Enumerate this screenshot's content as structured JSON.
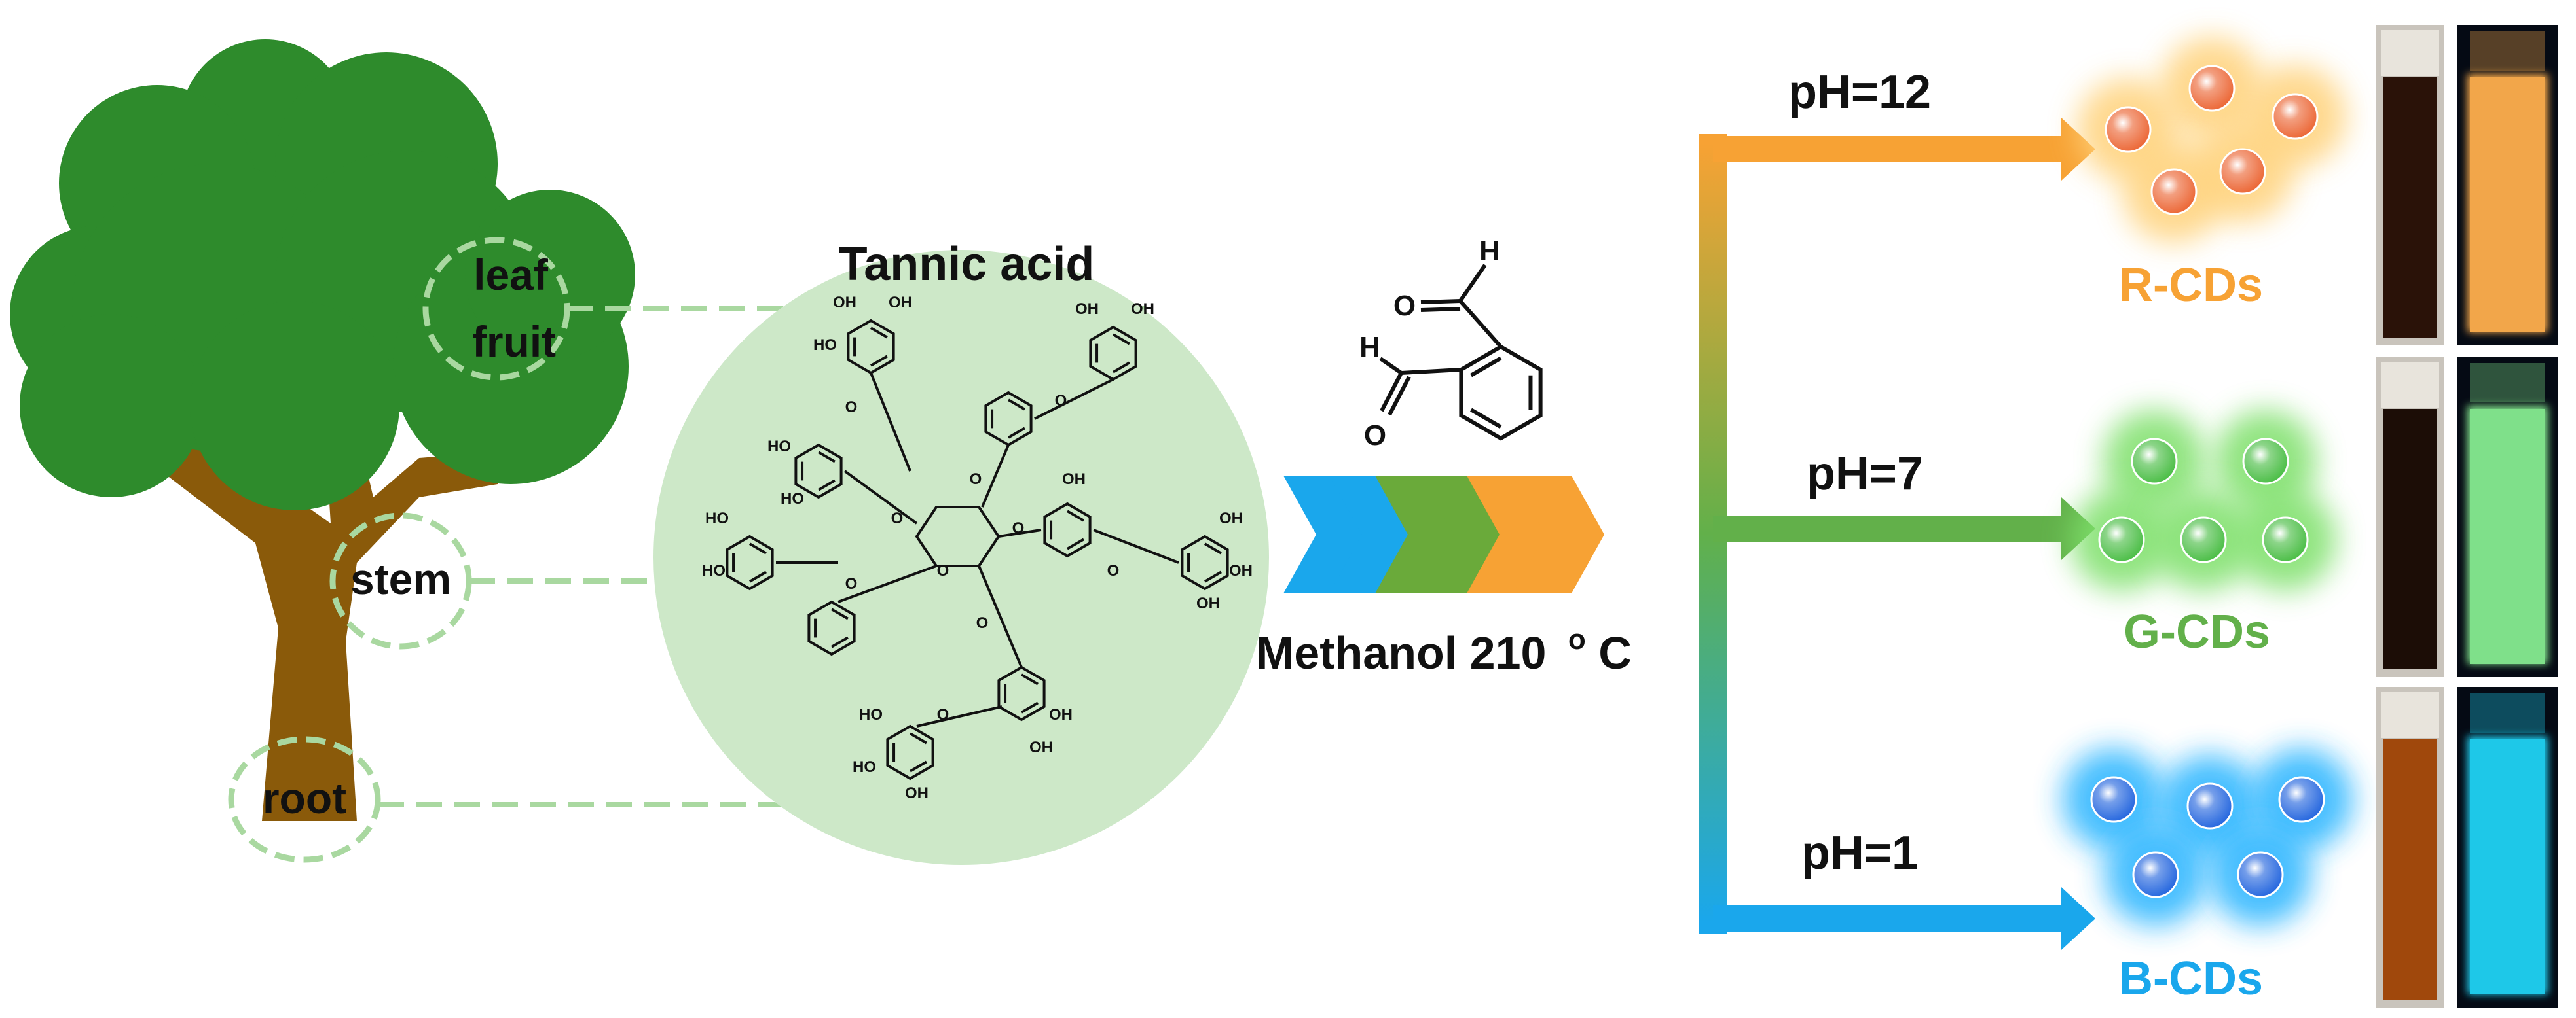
{
  "tree": {
    "labels": {
      "leaf": "leaf",
      "fruit": "fruit",
      "stem": "stem",
      "root": "root"
    },
    "colors": {
      "canopy": "#2e8b2c",
      "trunk": "#8a5a0a",
      "dashed": "#a9d8a0"
    }
  },
  "tannic": {
    "title": "Tannic acid",
    "colors": {
      "circle": "#cde8c8"
    },
    "atom_labels": {
      "o": "O",
      "oh": "OH",
      "ho": "HO"
    }
  },
  "reagent": {
    "atom_labels": {
      "h": "H",
      "o": "O"
    }
  },
  "reaction": {
    "condition": "Methanol 210",
    "degree": "o",
    "unit": "C",
    "chevron_colors": [
      "#1aa7ec",
      "#1aa7ec",
      "#6aaa3a",
      "#6aaa3a",
      "#f7a234",
      "#f7a234"
    ]
  },
  "branches": [
    {
      "ph_label": "pH=12",
      "product": "R-CDs",
      "color": "#f7a234",
      "dot_color": "#ec6a3a",
      "glow": "#ffd27a",
      "vial_dark": "#2a1208",
      "vial_uv": "#f2a64a",
      "dots": 5
    },
    {
      "ph_label": "pH=7",
      "product": "G-CDs",
      "color": "#62b04a",
      "dot_color": "#4fbf4a",
      "glow": "#7ee06a",
      "vial_dark": "#1c0d06",
      "vial_uv": "#7fe08a",
      "dots": 5
    },
    {
      "ph_label": "pH=1",
      "product": "B-CDs",
      "color": "#1aa7ec",
      "dot_color": "#2a6adf",
      "glow": "#26b4ff",
      "vial_dark": "#a0480c",
      "vial_uv": "#1ec8e8",
      "dots": 5
    }
  ]
}
